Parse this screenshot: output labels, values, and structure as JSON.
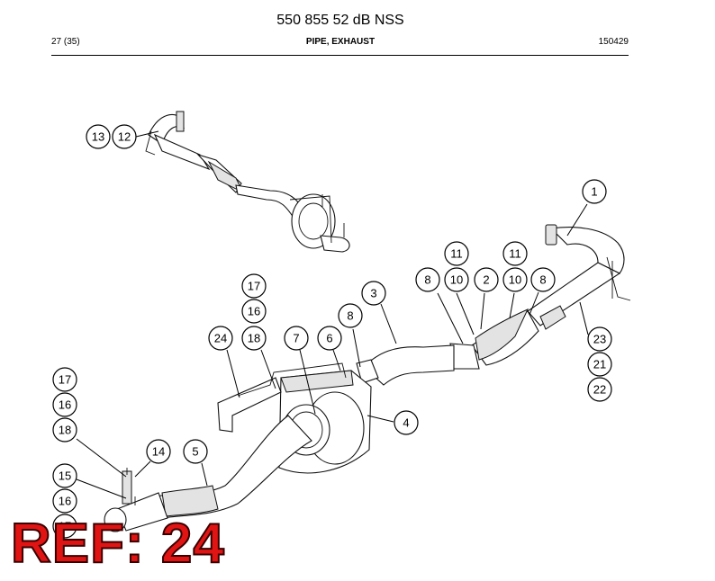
{
  "header": {
    "title": "550 855 52 dB NSS",
    "page": "27 (35)",
    "section": "PIPE, EXHAUST",
    "doc_code": "150429"
  },
  "callouts": [
    "13",
    "12",
    "1",
    "11",
    "11",
    "8",
    "10",
    "2",
    "10",
    "8",
    "3",
    "17",
    "16",
    "8",
    "24",
    "18",
    "7",
    "6",
    "23",
    "21",
    "22",
    "4",
    "17",
    "16",
    "18",
    "14",
    "5",
    "15",
    "16",
    "17"
  ],
  "ref_label": "REF: 24"
}
